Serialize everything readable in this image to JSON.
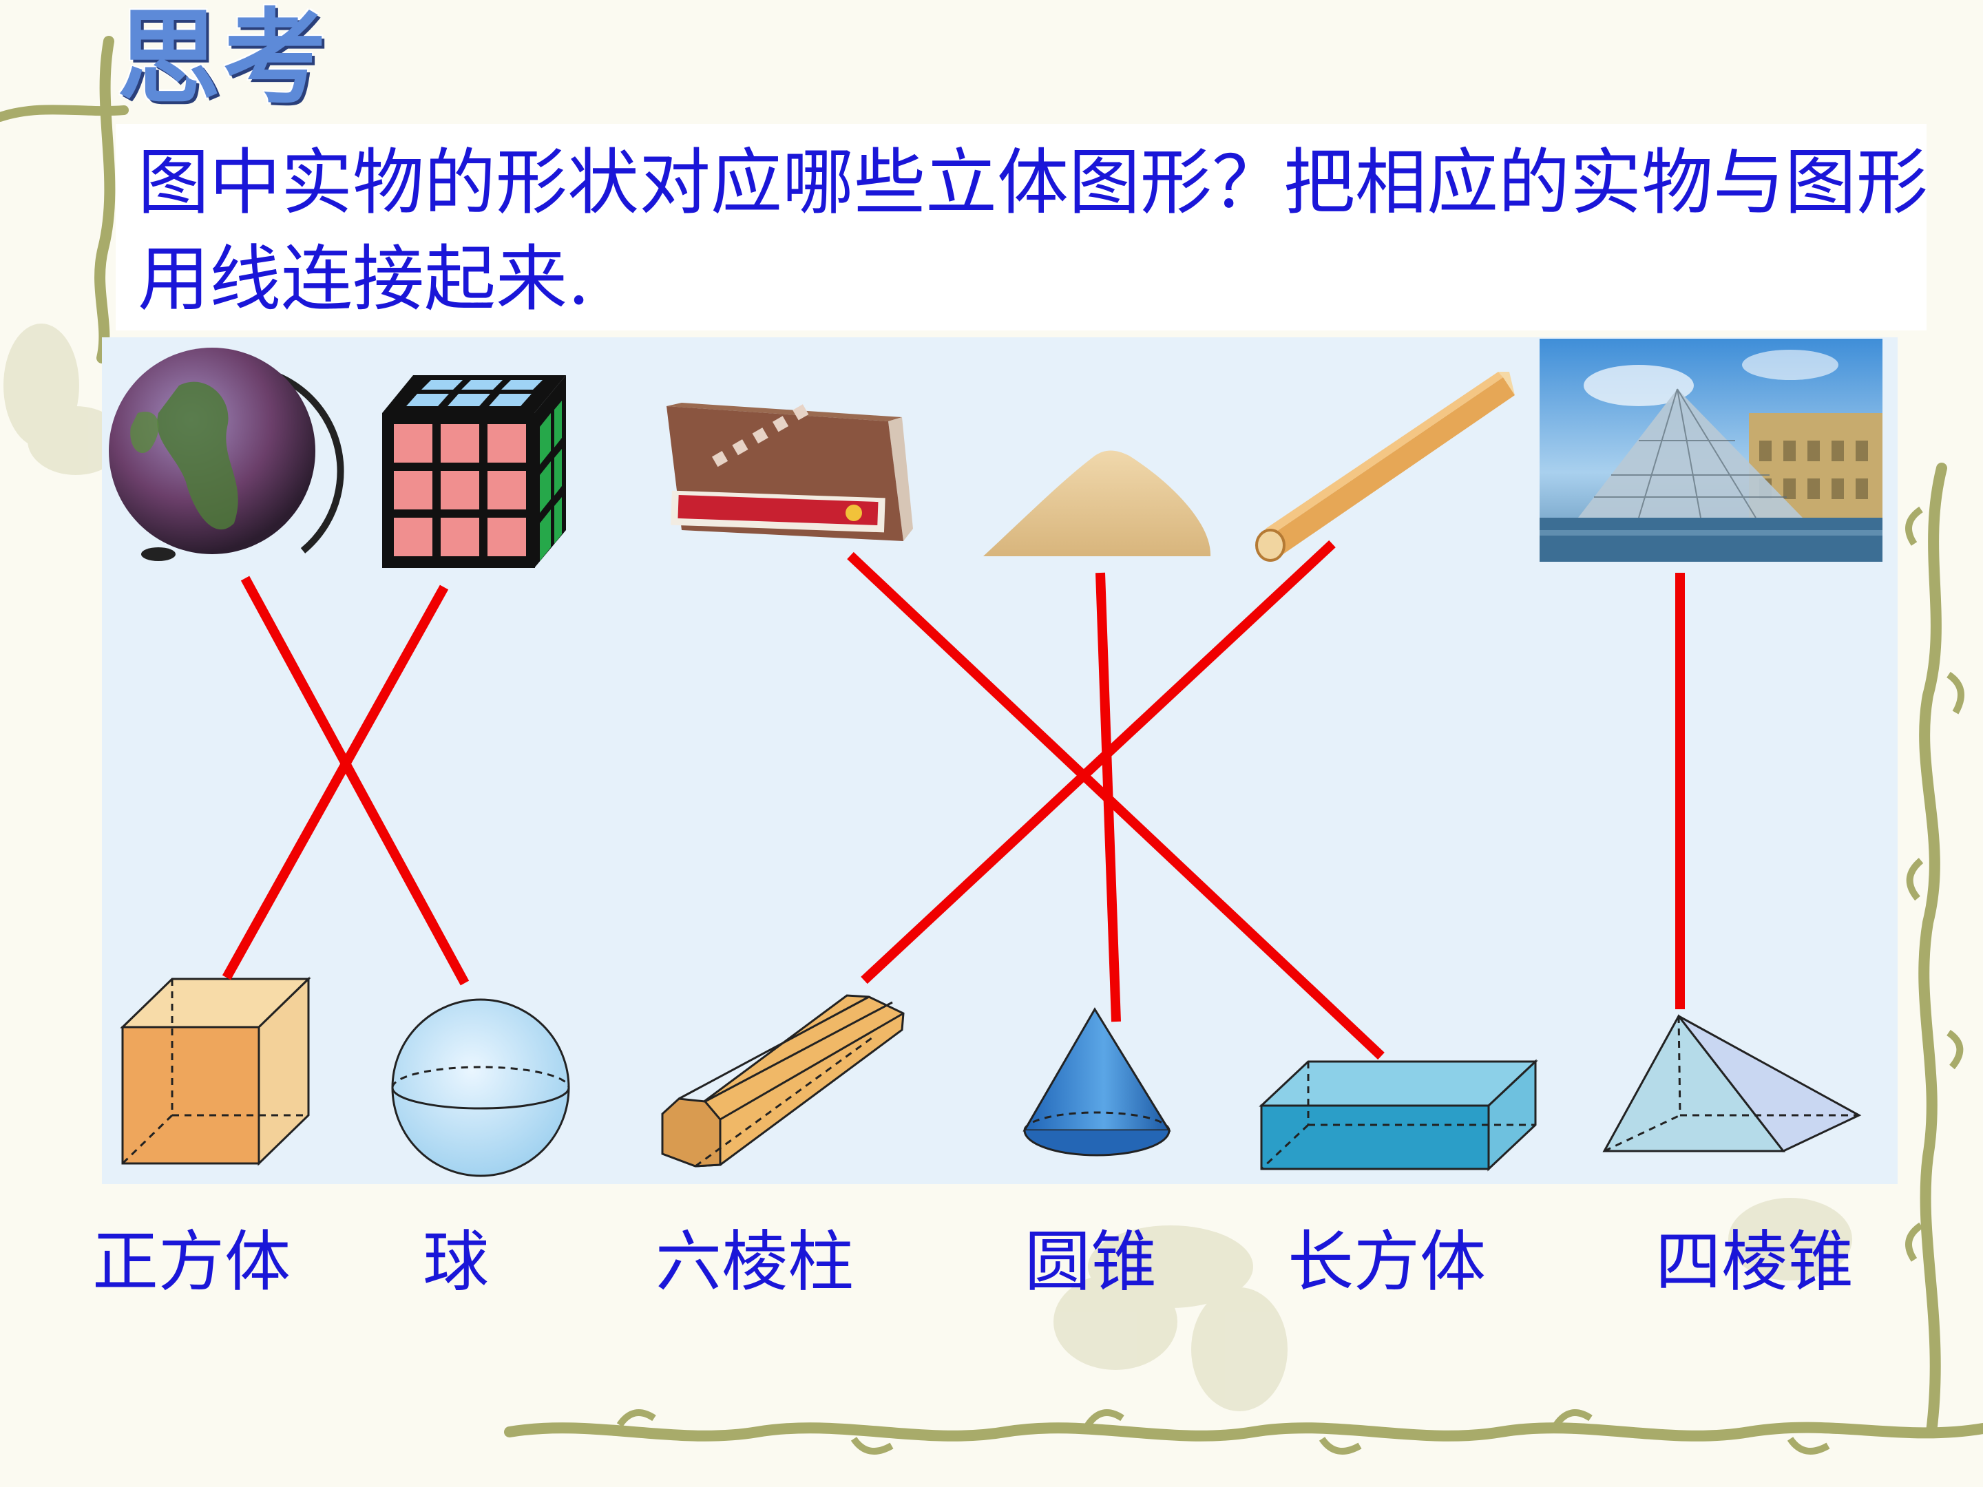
{
  "slide": {
    "title": "思考",
    "question": "图中实物的形状对应哪些立体图形？把相应的实物与图形用线连接起来."
  },
  "colors": {
    "title": "#5d8ad8",
    "question_text": "#1a16d8",
    "label_text": "#1a16d8",
    "connector_line": "#f00000",
    "panel_background": "#e6f1fa",
    "vine": "#a8ab6a"
  },
  "objects": [
    {
      "name": "globe",
      "icon": "globe-icon"
    },
    {
      "name": "rubiks-cube",
      "icon": "rubiks-cube-icon"
    },
    {
      "name": "box",
      "icon": "box-icon"
    },
    {
      "name": "sand-pile",
      "icon": "sand-pile-icon"
    },
    {
      "name": "pencil",
      "icon": "pencil-icon"
    },
    {
      "name": "glass-pyramid",
      "icon": "glass-pyramid-icon"
    }
  ],
  "shapes": [
    {
      "label": "正方体",
      "icon": "cube-icon"
    },
    {
      "label": "球",
      "icon": "sphere-icon"
    },
    {
      "label": "六棱柱",
      "icon": "hexagonal-prism-icon"
    },
    {
      "label": "圆锥",
      "icon": "cone-icon"
    },
    {
      "label": "长方体",
      "icon": "cuboid-icon"
    },
    {
      "label": "四棱锥",
      "icon": "square-pyramid-icon"
    }
  ],
  "matches": [
    {
      "object": "globe",
      "shape": "球"
    },
    {
      "object": "rubiks-cube",
      "shape": "正方体"
    },
    {
      "object": "box",
      "shape": "长方体"
    },
    {
      "object": "sand-pile",
      "shape": "圆锥"
    },
    {
      "object": "pencil",
      "shape": "六棱柱"
    },
    {
      "object": "glass-pyramid",
      "shape": "四棱锥"
    }
  ]
}
